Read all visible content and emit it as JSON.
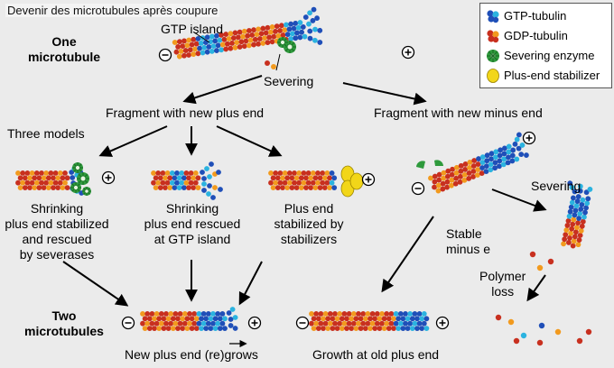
{
  "title": "Devenir des microtubules après coupure",
  "legend": [
    {
      "label": "GTP-tubulin",
      "icon": "gtp-tubulin-icon"
    },
    {
      "label": "GDP-tubulin",
      "icon": "gdp-tubulin-icon"
    },
    {
      "label": "Severing enzyme",
      "icon": "severing-enzyme-icon"
    },
    {
      "label": "Plus-end stabilizer",
      "icon": "plus-end-stabilizer-icon"
    }
  ],
  "labels": {
    "one_microtubule": "One\nmicrotubule",
    "gtp_island": "GTP island",
    "severing_top": "Severing",
    "fragment_plus": "Fragment with new plus end",
    "fragment_minus": "Fragment with new minus end",
    "three_models": "Three models",
    "model1": "Shrinking\nplus end stabilized\nand rescued\nby severases",
    "model2": "Shrinking\nplus end rescued\nat GTP island",
    "model3": "Plus end\nstabilized by\nstabilizers",
    "severing_right": "Severing",
    "stable_minus": "Stable\nminus e",
    "polymer_loss": "Polymer\nloss",
    "two_microtubules": "Two\nmicrotubules",
    "new_plus_end": "New plus end (re)grows",
    "growth_old": "Growth at old plus end",
    "minus_sign": "−",
    "plus_sign": "+"
  },
  "colors": {
    "gtp": "#1f4fb8",
    "gtp_light": "#2bb3e0",
    "gdp": "#c8301f",
    "gdp_light": "#f29a1e",
    "enzyme": "#2e9a3c",
    "stabilizer": "#f2d619",
    "background": "#ebebeb"
  }
}
